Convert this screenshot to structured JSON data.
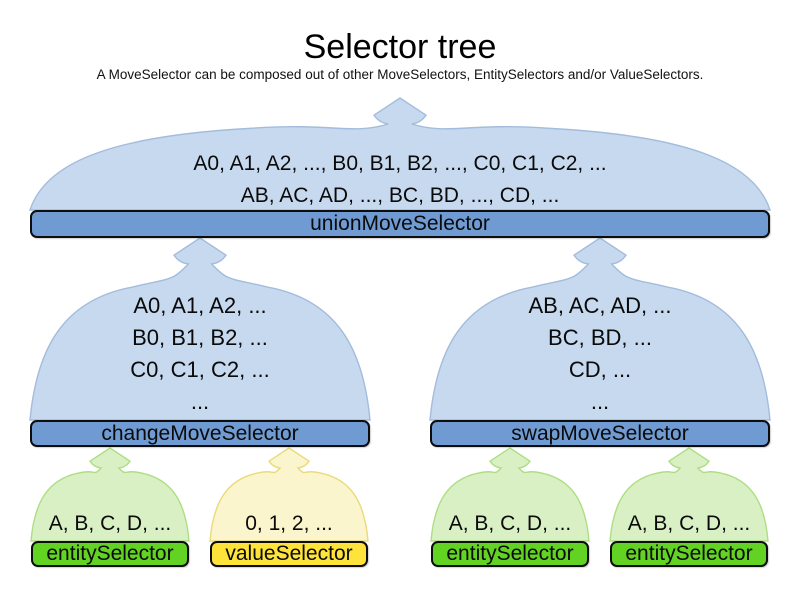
{
  "header": {
    "title": "Selector tree",
    "subtitle": "A MoveSelector can be composed out of other MoveSelectors, EntitySelectors and/or ValueSelectors."
  },
  "tree": {
    "union": {
      "label": "unionMoveSelector",
      "lines": [
        "A0, A1, A2, ..., B0, B1, B2, ..., C0, C1, C2, ...",
        "AB, AC, AD, ..., BC, BD, ..., CD, ..."
      ]
    },
    "change": {
      "label": "changeMoveSelector",
      "lines": [
        "A0, A1, A2, ...",
        "B0, B1, B2, ...",
        "C0, C1, C2, ...",
        "..."
      ]
    },
    "swap": {
      "label": "swapMoveSelector",
      "lines": [
        "AB, AC, AD, ...",
        "BC, BD, ...",
        "CD, ...",
        "..."
      ]
    },
    "leaves": [
      {
        "label": "entitySelector",
        "items": "A, B, C, D, ...",
        "type": "entity"
      },
      {
        "label": "valueSelector",
        "items": "0, 1, 2, ...",
        "type": "value"
      },
      {
        "label": "entitySelector",
        "items": "A, B, C, D, ...",
        "type": "entity"
      },
      {
        "label": "entitySelector",
        "items": "A, B, C, D, ...",
        "type": "entity"
      }
    ]
  },
  "colors": {
    "blue_bar": "#6f9bd2",
    "blue_fill": "#c7d9ef",
    "blue_stroke": "#a3bcdd",
    "green_bar": "#62d322",
    "green_fill": "#d9f0c4",
    "green_stroke": "#aede84",
    "yellow_bar": "#fee33b",
    "yellow_fill": "#fbf5cd",
    "yellow_stroke": "#e9db79"
  }
}
